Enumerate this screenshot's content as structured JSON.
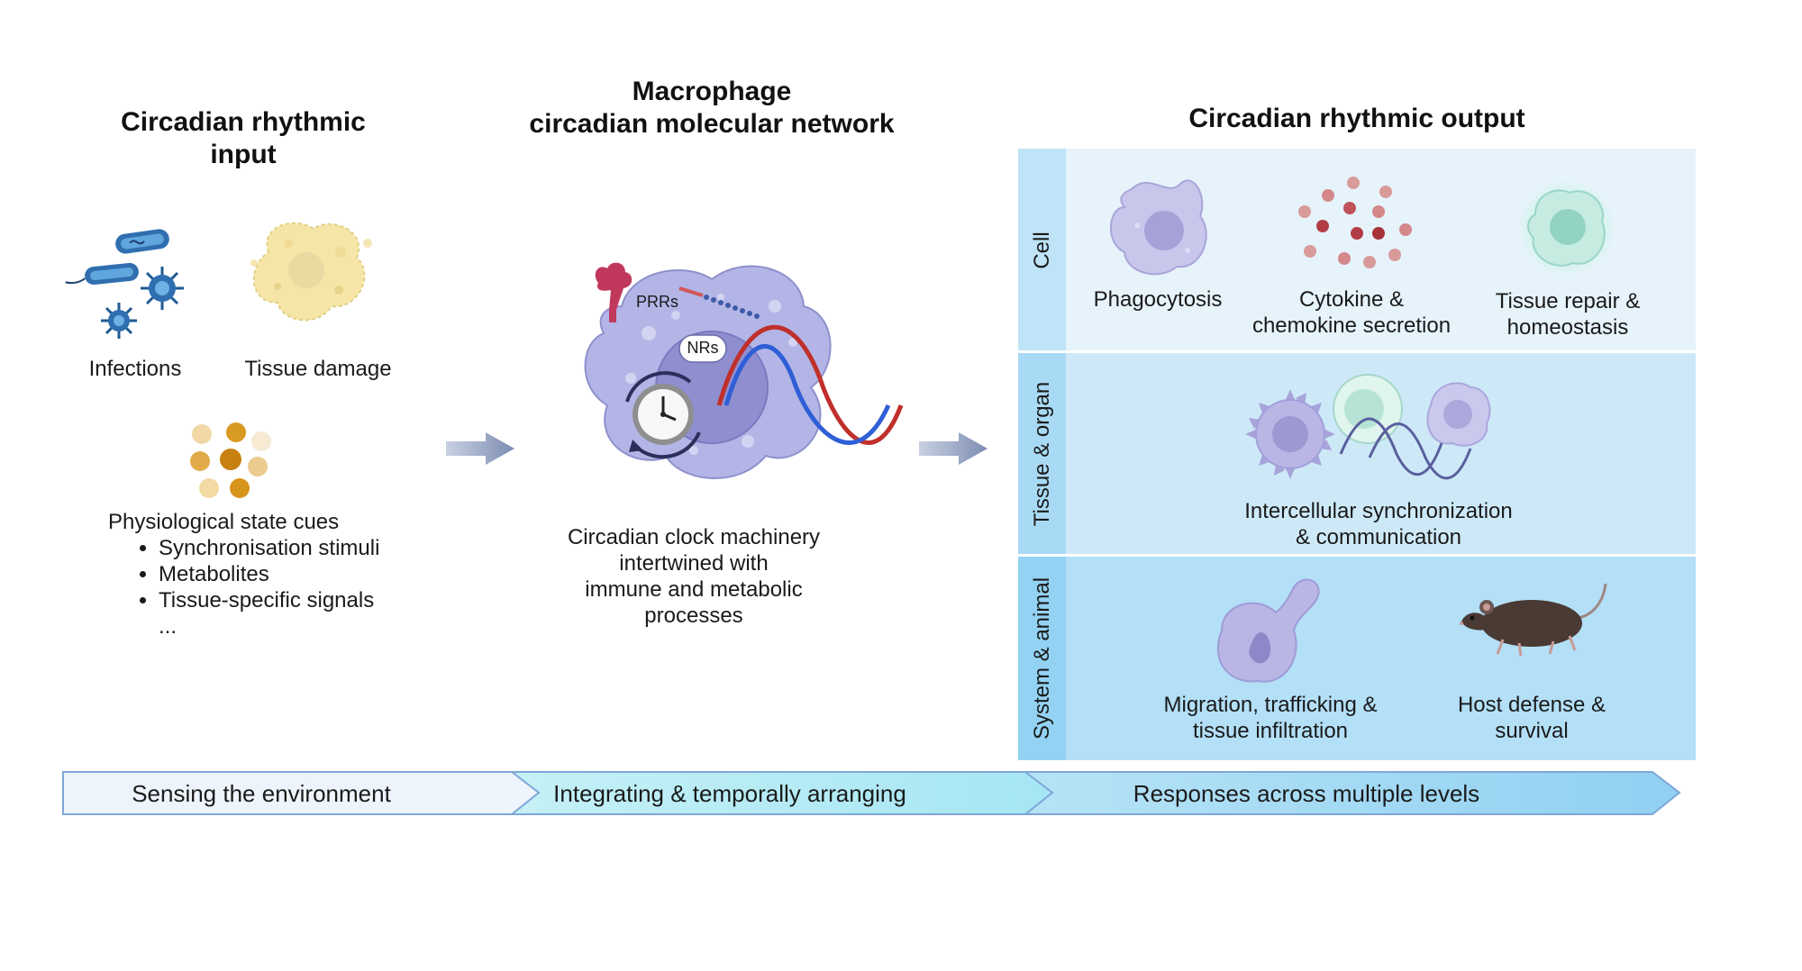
{
  "headings": {
    "input": [
      "Circadian rhythmic",
      "input"
    ],
    "network": [
      "Macrophage",
      "circadian molecular network"
    ],
    "output": "Circadian rhythmic output"
  },
  "input": {
    "infections": "Infections",
    "tissue_damage": "Tissue damage",
    "cues_title": "Physiological state cues",
    "cues": [
      "Synchronisation stimuli",
      "Metabolites",
      "Tissue-specific signals"
    ],
    "cues_more": "..."
  },
  "network": {
    "prrs": "PRRs",
    "nrs": "NRs",
    "caption": [
      "Circadian clock machinery",
      "intertwined with",
      "immune and metabolic",
      "processes"
    ]
  },
  "output": {
    "levels": [
      "Cell",
      "Tissue & organ",
      "System & animal"
    ],
    "cell": {
      "phagocytosis": "Phagocytosis",
      "cytokine": [
        "Cytokine &",
        "chemokine secretion"
      ],
      "repair": [
        "Tissue repair &",
        "homeostasis"
      ]
    },
    "tissue": {
      "sync": [
        "Intercellular synchronization",
        "& communication"
      ]
    },
    "system": {
      "migration": [
        "Migration, trafficking &",
        "tissue infiltration"
      ],
      "defense": [
        "Host defense &",
        "survival"
      ]
    }
  },
  "bands": [
    "Sensing the environment",
    "Integrating & temporally arranging",
    "Responses across multiple levels"
  ],
  "colors": {
    "cell_panel": "#e6f3fb",
    "tissue_panel": "#cde9f8",
    "system_panel": "#b3dff7",
    "side_strip": "#bfe3f7",
    "macrophage": "#b3b5e6",
    "curve_red": "#c0302b",
    "curve_blue": "#2f5fd6",
    "arrow": "#8a98b8"
  }
}
